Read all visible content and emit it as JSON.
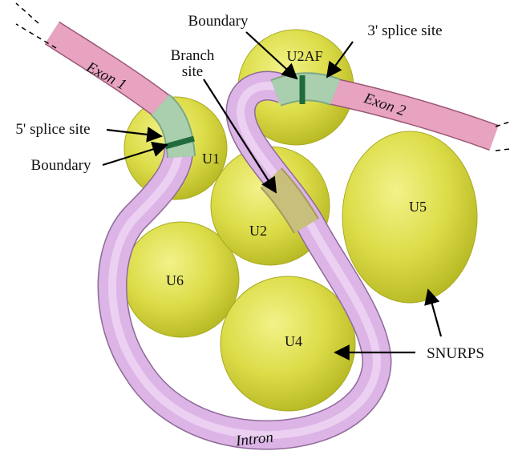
{
  "diagram": {
    "snrps": {
      "u1": "U1",
      "u2": "U2",
      "u2af": "U2AF",
      "u4": "U4",
      "u5": "U5",
      "u6": "U6"
    },
    "strands": {
      "exon1": "Exon 1",
      "exon2": "Exon 2",
      "intron": "Intron"
    },
    "callouts": {
      "boundary_top": "Boundary",
      "three_prime_site": "3' splice site",
      "branch_line1": "Branch",
      "branch_line2": "site",
      "five_prime_site": "5' splice site",
      "boundary_left": "Boundary",
      "snurps": "SNURPS"
    },
    "colors": {
      "snrp_fill": "#d3d53a",
      "snrp_highlight": "#f0f07a",
      "exon": "#e8a3c0",
      "intron": "#dcb4e6",
      "splice_region": "#a9cfae",
      "boundary_band": "#1f6b3c",
      "branch_site": "#c9bf7c"
    }
  }
}
